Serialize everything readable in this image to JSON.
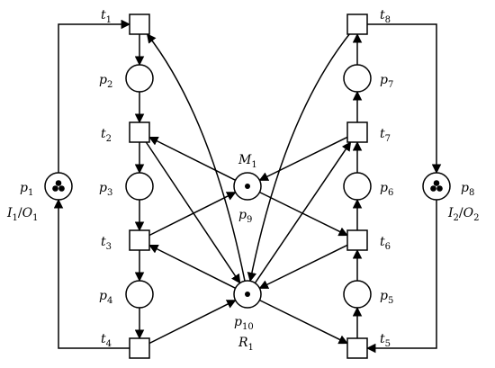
{
  "places": [
    {
      "id": "p1",
      "name": "p",
      "sub": "1",
      "tokens": 3,
      "io_label": {
        "main": "I",
        "sub": "1",
        "sep": "/",
        "main2": "O",
        "sub2": "1"
      }
    },
    {
      "id": "p2",
      "name": "p",
      "sub": "2",
      "tokens": 0
    },
    {
      "id": "p3",
      "name": "p",
      "sub": "3",
      "tokens": 0
    },
    {
      "id": "p4",
      "name": "p",
      "sub": "4",
      "tokens": 0
    },
    {
      "id": "p5",
      "name": "p",
      "sub": "5",
      "tokens": 0
    },
    {
      "id": "p6",
      "name": "p",
      "sub": "6",
      "tokens": 0
    },
    {
      "id": "p7",
      "name": "p",
      "sub": "7",
      "tokens": 0
    },
    {
      "id": "p8",
      "name": "p",
      "sub": "8",
      "tokens": 3,
      "io_label": {
        "main": "I",
        "sub": "2",
        "sep": "/",
        "main2": "O",
        "sub2": "2"
      }
    },
    {
      "id": "p9",
      "name": "p",
      "sub": "9",
      "tokens": 1,
      "resource_label": {
        "main": "M",
        "sub": "1"
      }
    },
    {
      "id": "p10",
      "name": "p",
      "sub": "10",
      "tokens": 1,
      "resource_label": {
        "main": "R",
        "sub": "1"
      }
    }
  ],
  "transitions": [
    {
      "id": "t1",
      "name": "t",
      "sub": "1"
    },
    {
      "id": "t2",
      "name": "t",
      "sub": "2"
    },
    {
      "id": "t3",
      "name": "t",
      "sub": "3"
    },
    {
      "id": "t4",
      "name": "t",
      "sub": "4"
    },
    {
      "id": "t5",
      "name": "t",
      "sub": "5"
    },
    {
      "id": "t6",
      "name": "t",
      "sub": "6"
    },
    {
      "id": "t7",
      "name": "t",
      "sub": "7"
    },
    {
      "id": "t8",
      "name": "t",
      "sub": "8"
    }
  ],
  "arcs": [
    {
      "from": "t1",
      "to": "p2"
    },
    {
      "from": "p2",
      "to": "t2"
    },
    {
      "from": "t2",
      "to": "p3"
    },
    {
      "from": "p3",
      "to": "t3"
    },
    {
      "from": "t3",
      "to": "p4"
    },
    {
      "from": "p4",
      "to": "t4"
    },
    {
      "from": "t4",
      "to": "p1"
    },
    {
      "from": "p1",
      "to": "t1"
    },
    {
      "from": "t5",
      "to": "p5"
    },
    {
      "from": "p5",
      "to": "t6"
    },
    {
      "from": "t6",
      "to": "p6"
    },
    {
      "from": "p6",
      "to": "t7"
    },
    {
      "from": "t7",
      "to": "p7"
    },
    {
      "from": "p7",
      "to": "t8"
    },
    {
      "from": "t8",
      "to": "p8"
    },
    {
      "from": "p8",
      "to": "t5"
    },
    {
      "from": "p9",
      "to": "t2"
    },
    {
      "from": "t3",
      "to": "p9"
    },
    {
      "from": "p9",
      "to": "t6"
    },
    {
      "from": "t7",
      "to": "p9"
    },
    {
      "from": "p10",
      "to": "t1"
    },
    {
      "from": "t2",
      "to": "p10"
    },
    {
      "from": "p10",
      "to": "t3"
    },
    {
      "from": "t4",
      "to": "p10"
    },
    {
      "from": "p10",
      "to": "t5"
    },
    {
      "from": "t6",
      "to": "p10"
    },
    {
      "from": "p10",
      "to": "t7"
    },
    {
      "from": "t8",
      "to": "p10"
    }
  ]
}
